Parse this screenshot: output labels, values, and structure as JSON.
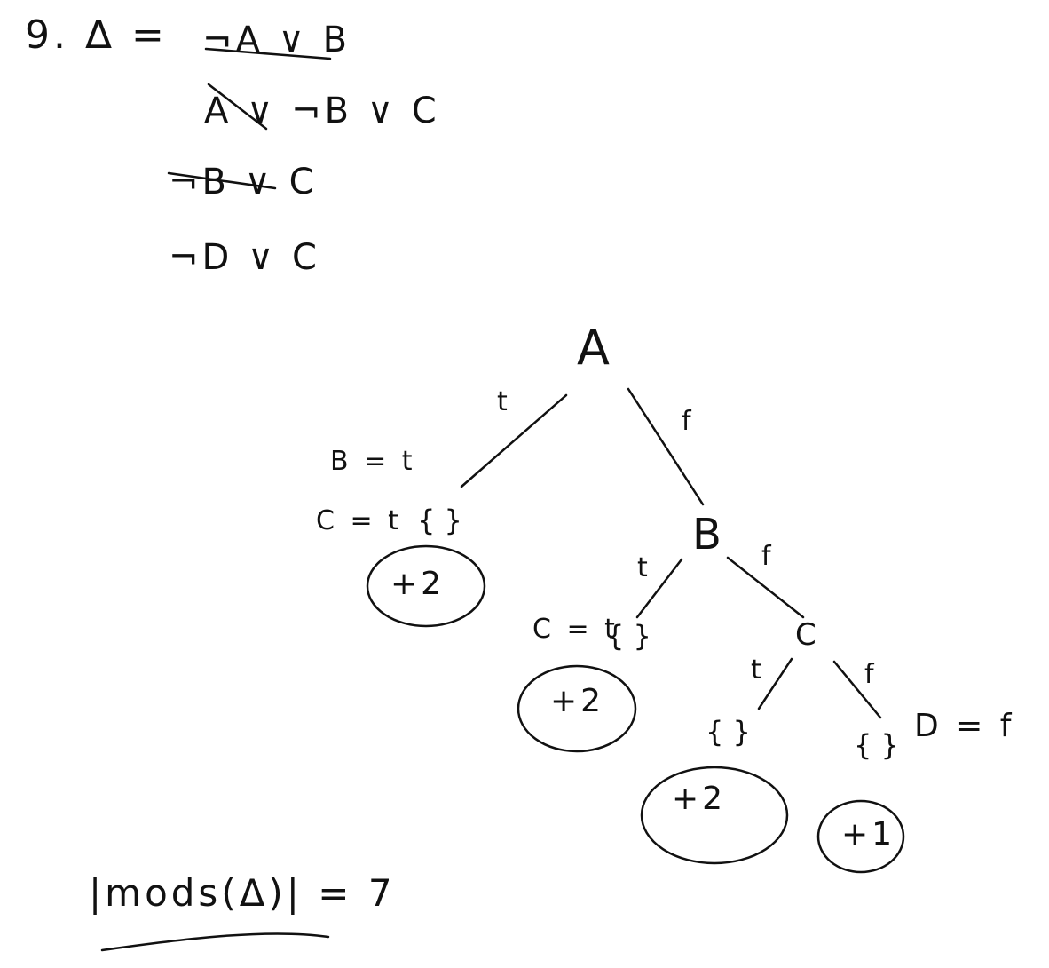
{
  "title": "9. Δ =",
  "clauses": [
    "¬A ∨ B",
    "A ∨ ¬B ∨ C",
    "¬B ∨ C",
    "¬D ∨ C"
  ],
  "tree": {
    "nodes": {
      "a": "A",
      "b": "B",
      "c": "C"
    },
    "edges": {
      "a_true": "t",
      "a_false": "f",
      "b_true": "t",
      "b_false": "f",
      "c_true": "t",
      "c_false": "f"
    },
    "assignments": {
      "a_true_b": "B = t",
      "a_true_c": "C = t",
      "b_true_c": "C = t",
      "c_false_d": "D = f"
    },
    "empty_set": "{ }",
    "counts": [
      "+2",
      "+2",
      "+2",
      "+1"
    ]
  },
  "result": "|mods(Δ)| = 7"
}
